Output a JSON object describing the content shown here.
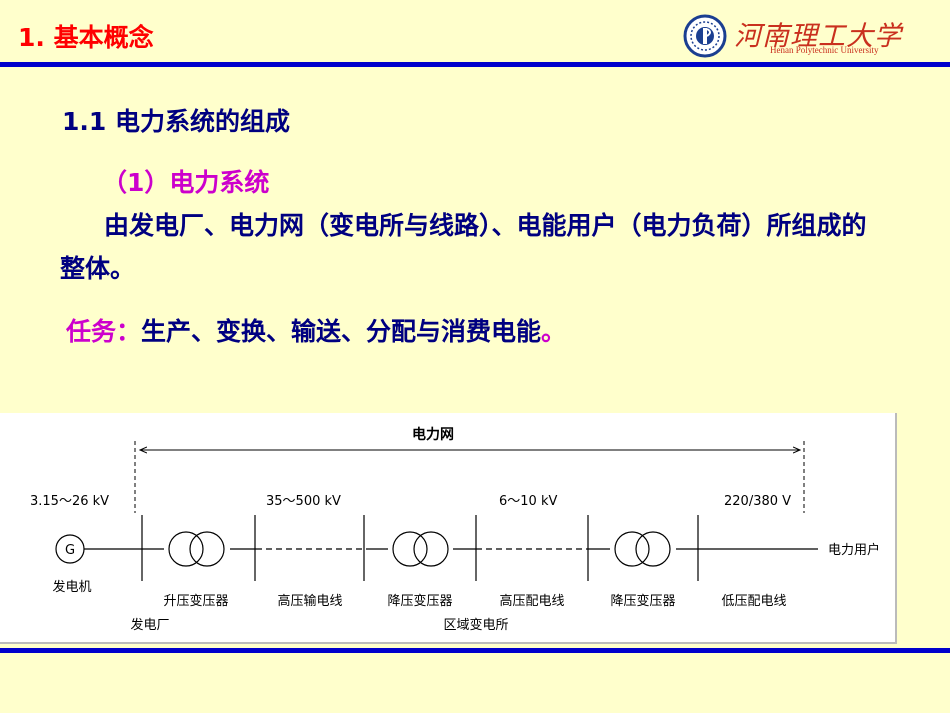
{
  "header": {
    "title": "1. 基本概念",
    "logo": {
      "chinese_name": "河南理工大学",
      "english_name": "Henan Polytechnic University"
    }
  },
  "content": {
    "section_heading": "1.1 电力系统的组成",
    "sub_heading": "（1）电力系统",
    "paragraph": "由发电厂、电力网（变电所与线路）、电能用户（电力负荷）所组成的整体。",
    "task_label": "任务：",
    "task_text": "生产、变换、输送、分配与消费电能",
    "task_dot": "。"
  },
  "diagram": {
    "network_label": "电力网",
    "voltages": {
      "generator": "3.15～26 kV",
      "transmission": "35～500 kV",
      "distribution": "6～10 kV",
      "consumer": "220/380 V"
    },
    "generator_symbol": "G",
    "consumer_label": "电力用户",
    "component_labels": {
      "generator": "发电机",
      "step_up_transformer": "升压变压器",
      "hv_transmission": "高压输电线",
      "step_down_transformer_1": "降压变压器",
      "hv_distribution": "高压配电线",
      "step_down_transformer_2": "降压变压器",
      "lv_distribution": "低压配电线"
    },
    "group_labels": {
      "power_plant": "发电厂",
      "substation": "区域变电所"
    }
  }
}
